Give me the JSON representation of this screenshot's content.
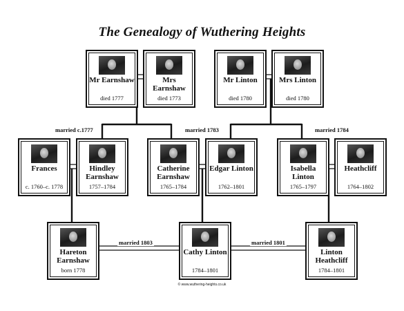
{
  "title": "The Genealogy of Wuthering Heights",
  "people": {
    "mr_earnshaw": {
      "name": "Mr Earnshaw",
      "dates": "died 1777"
    },
    "mrs_earnshaw": {
      "name": "Mrs Earnshaw",
      "dates": "died 1773"
    },
    "mr_linton": {
      "name": "Mr Linton",
      "dates": "died 1780"
    },
    "mrs_linton": {
      "name": "Mrs Linton",
      "dates": "died 1780"
    },
    "frances": {
      "name": "Frances",
      "dates": "c. 1760–c. 1778"
    },
    "hindley": {
      "name": "Hindley Earnshaw",
      "dates": "1757–1784"
    },
    "catherine": {
      "name": "Catherine Earnshaw",
      "dates": "1765–1784"
    },
    "edgar": {
      "name": "Edgar Linton",
      "dates": "1762–1801"
    },
    "isabella": {
      "name": "Isabella Linton",
      "dates": "1765–1797"
    },
    "heathcliff": {
      "name": "Heathcliff",
      "dates": "1764–1802"
    },
    "hareton": {
      "name": "Hareton Earnshaw",
      "dates": "born 1778"
    },
    "cathy": {
      "name": "Cathy Linton",
      "dates": "1784–1801"
    },
    "linton_heathcliff": {
      "name": "Linton Heathcliff",
      "dates": "1784–1801"
    }
  },
  "marriages": {
    "hindley_frances": "married c.1777",
    "edgar_catherine": "married 1783",
    "heathcliff_isabella": "married 1784",
    "hareton_cathy": "married 1803",
    "cathy_linton": "married 1801"
  },
  "credit": "© www.wuthering-heights.co.uk"
}
